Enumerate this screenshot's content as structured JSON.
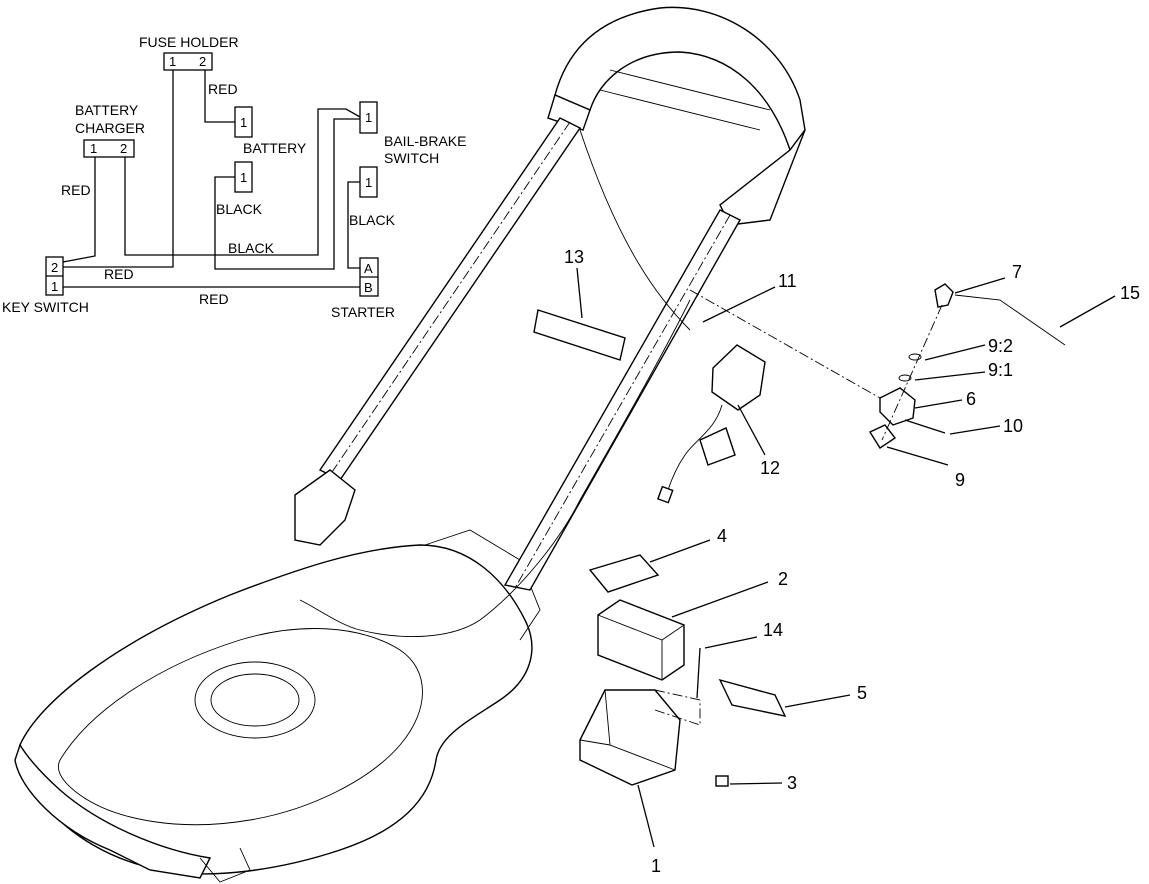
{
  "schematic": {
    "fuse_holder": {
      "label": "FUSE HOLDER",
      "pin1": "1",
      "pin2": "2"
    },
    "battery_charger": {
      "label_line1": "BATTERY",
      "label_line2": "CHARGER",
      "pin1": "1",
      "pin2": "2"
    },
    "battery": {
      "label": "BATTERY",
      "pin": "1"
    },
    "black_terminal": {
      "pin": "1"
    },
    "bail_brake_switch": {
      "label_line1": "BAIL-BRAKE",
      "label_line2": "SWITCH",
      "pin": "1"
    },
    "right_terminal": {
      "pin": "1"
    },
    "key_switch": {
      "label": "KEY SWITCH",
      "pin_top": "2",
      "pin_bottom": "1"
    },
    "starter": {
      "label": "STARTER",
      "pin_a": "A",
      "pin_b": "B"
    },
    "wires": {
      "red_fuse_battery": "RED",
      "red_charger": "RED",
      "black_battery": "BLACK",
      "black_starter": "BLACK",
      "black_middle": "BLACK",
      "red_key_top": "RED",
      "red_key_bottom": "RED"
    }
  },
  "callouts": {
    "c1": "1",
    "c2": "2",
    "c3": "3",
    "c4": "4",
    "c5": "5",
    "c6": "6",
    "c7": "7",
    "c9": "9",
    "c9_1": "9:1",
    "c9_2": "9:2",
    "c10": "10",
    "c11": "11",
    "c12": "12",
    "c13": "13",
    "c14": "14",
    "c15": "15"
  }
}
